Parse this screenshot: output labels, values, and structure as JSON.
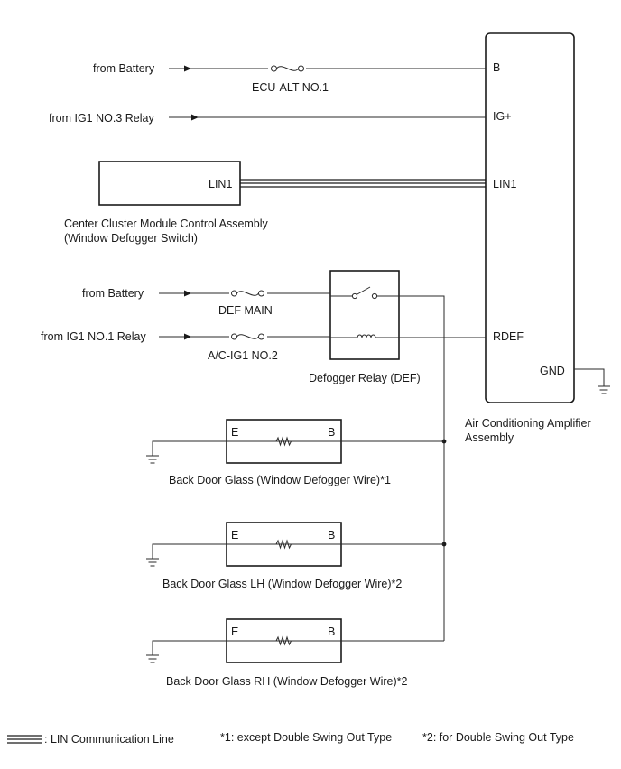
{
  "sources": {
    "battery_1": "from Battery",
    "ig1_no3": "from IG1 NO.3 Relay",
    "battery_2": "from Battery",
    "ig1_no1": "from IG1 NO.1 Relay"
  },
  "fuses": {
    "ecu_alt": "ECU-ALT NO.1",
    "def_main": "DEF MAIN",
    "ac_ig1": "A/C-IG1 NO.2"
  },
  "amplifier": {
    "name_line1": "Air Conditioning Amplifier",
    "name_line2": "Assembly",
    "pins": {
      "b": "B",
      "ig": "IG+",
      "lin1": "LIN1",
      "rdef": "RDEF",
      "gnd": "GND"
    }
  },
  "center_cluster": {
    "name_line1": "Center Cluster Module Control Assembly",
    "name_line2": "(Window Defogger Switch)",
    "pin": "LIN1"
  },
  "relay": {
    "name": "Defogger Relay (DEF)"
  },
  "glasses": [
    {
      "name": "Back Door Glass (Window Defogger Wire)*1",
      "pin_e": "E",
      "pin_b": "B"
    },
    {
      "name": "Back Door Glass LH (Window Defogger Wire)*2",
      "pin_e": "E",
      "pin_b": "B"
    },
    {
      "name": "Back Door Glass RH (Window Defogger Wire)*2",
      "pin_e": "E",
      "pin_b": "B"
    }
  ],
  "legend": {
    "lin": ": LIN Communication Line",
    "note1": "*1: except Double Swing Out Type",
    "note2": "*2: for Double Swing Out Type"
  }
}
